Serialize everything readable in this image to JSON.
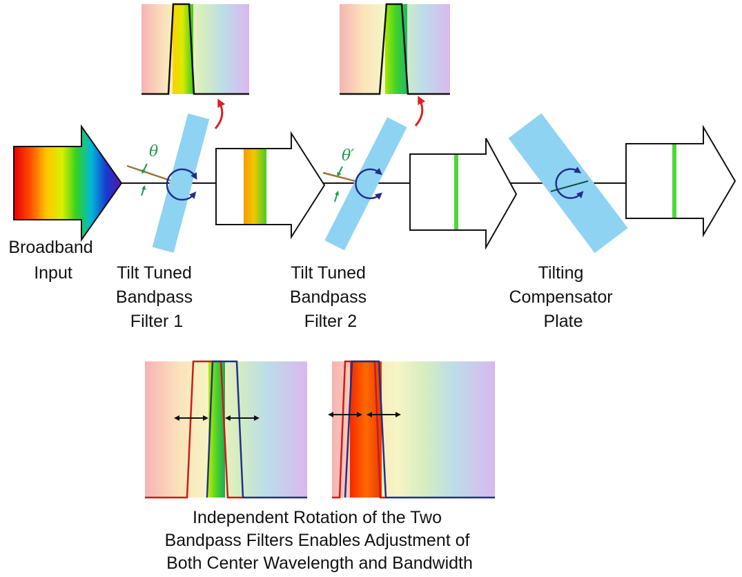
{
  "labels": {
    "input": [
      "Broadband",
      "Input"
    ],
    "filter1": [
      "Tilt Tuned",
      "Bandpass",
      "Filter 1"
    ],
    "filter2": [
      "Tilt Tuned",
      "Bandpass",
      "Filter 2"
    ],
    "compensator": [
      "Tilting",
      "Compensator",
      "Plate"
    ],
    "caption": [
      "Independent Rotation of the Two",
      "Bandpass Filters Enables Adjustment of",
      "Both Center Wavelength and Bandwidth"
    ]
  },
  "angles": {
    "theta1": "θ",
    "theta2": "θ′"
  },
  "colors": {
    "filter_plate": "#8fd3f3",
    "rotation_arrow": "#1f2f8c",
    "tilt_arrow": "#e02020",
    "angle_mark": "#1a9a4a",
    "incident_ray": "#a0703c",
    "outline_red": "#d01818",
    "outline_blue": "#1f2f8c",
    "passband_green": "#4fd63a"
  }
}
